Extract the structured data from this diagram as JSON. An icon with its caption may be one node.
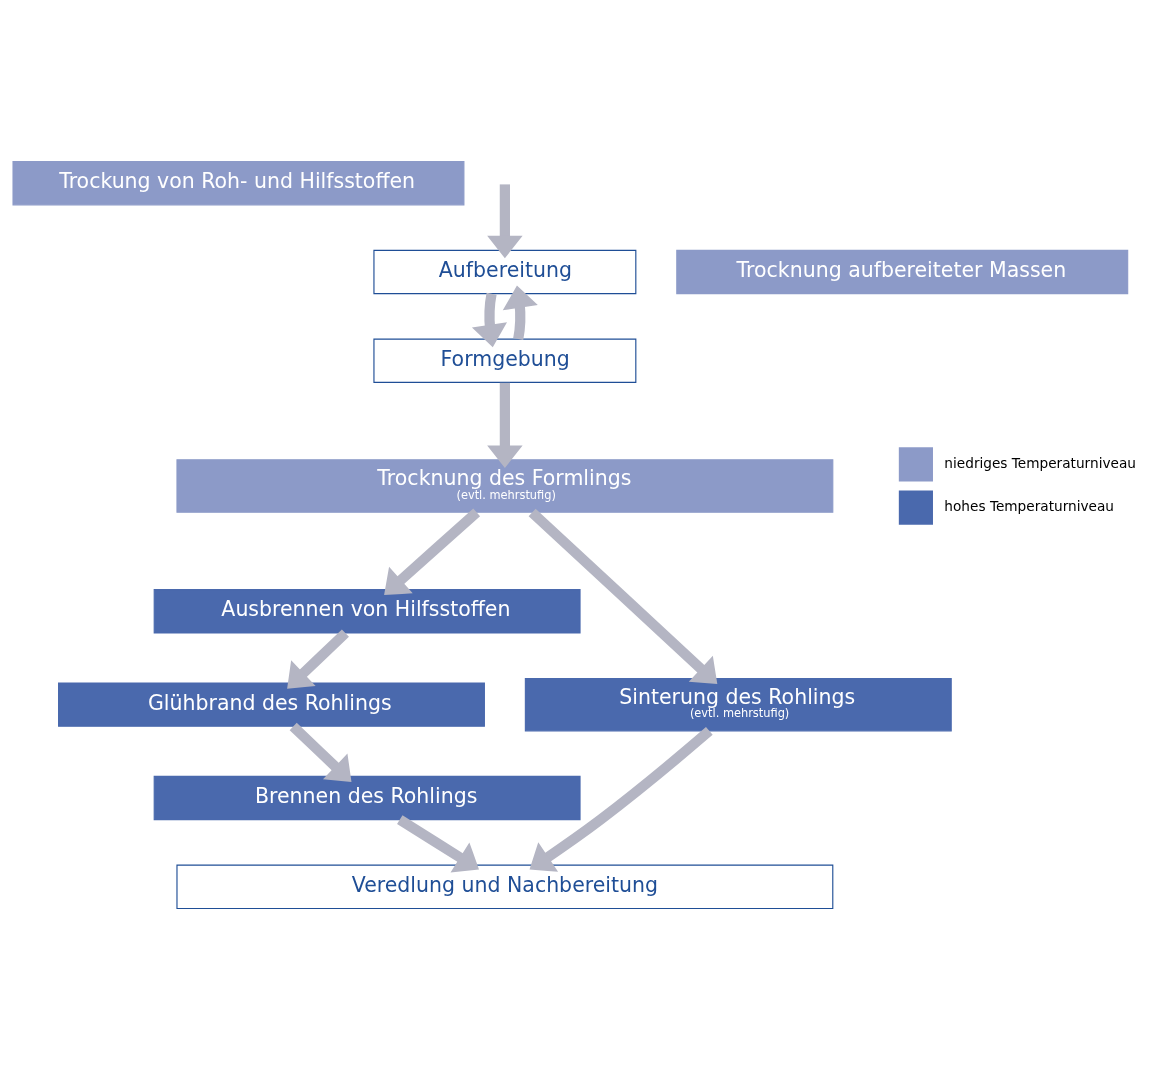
{
  "diagram": {
    "nodes": [
      {
        "text": [
          "Trockung von Roh- und Hilfsstoffen"
        ]
      },
      {
        "text": [
          "Aufbereitung"
        ]
      },
      {
        "text": [
          "Trocknung aufbereiteter Massen"
        ]
      },
      {
        "text": [
          "Formgebung"
        ]
      },
      {
        "text": [
          "Trocknung des Formlings",
          "(evtl. mehrstufig)"
        ]
      },
      {
        "text": [
          "Ausbrennen von Hilfsstoffen"
        ]
      },
      {
        "text": [
          "Sinterung des Rohlings",
          "(evtl. mehrstufig)"
        ]
      },
      {
        "text": [
          "Glühbrand des Rohlings"
        ]
      },
      {
        "text": [
          "Brennen des Rohlings"
        ]
      },
      {
        "text": [
          "Veredlung und Nachbereitung"
        ]
      }
    ],
    "edges": [
      {
        "from": null,
        "to": 1,
        "arrow": "to"
      },
      {
        "from": 1,
        "to": 3,
        "arrow": "to"
      },
      {
        "from": 3,
        "to": 1,
        "arrow": "to"
      },
      {
        "from": 3,
        "to": 4,
        "arrow": "to"
      },
      {
        "from": 4,
        "to": 6,
        "arrow": "to"
      },
      {
        "from": 4,
        "to": 5,
        "arrow": "to"
      },
      {
        "from": 5,
        "to": 7,
        "arrow": "to"
      },
      {
        "from": 7,
        "to": 8,
        "arrow": "to"
      },
      {
        "from": 6,
        "to": 9,
        "arrow": "to"
      },
      {
        "from": 8,
        "to": 9,
        "arrow": "to"
      }
    ],
    "legend": [
      {
        "text": "niedriges Temperaturniveau",
        "color": "#8c9ac8"
      },
      {
        "text": "hohes Temperaturniveau",
        "color": "#4a69ad"
      }
    ]
  }
}
